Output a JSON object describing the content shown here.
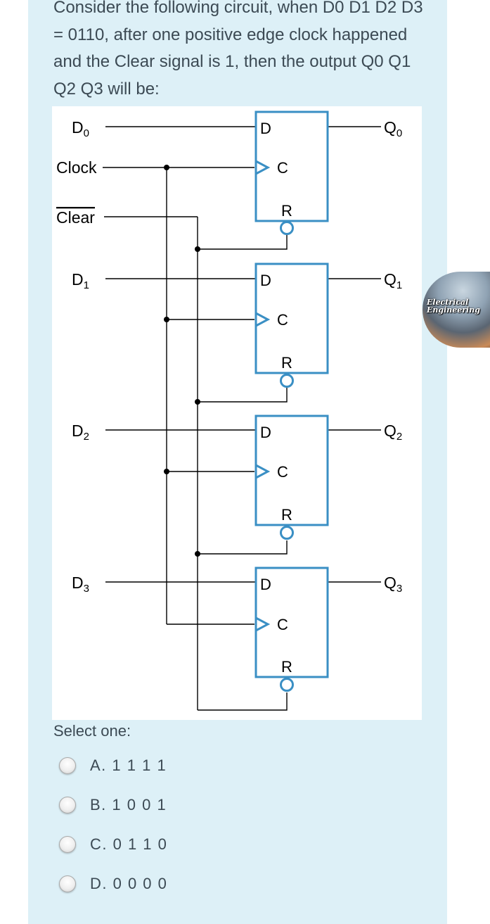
{
  "question": {
    "text": "Consider the following circuit, when D0 D1 D2 D3 = 0110, after one positive edge clock happened and the Clear signal is 1, then the output Q0 Q1 Q2 Q3 will be:"
  },
  "circuit": {
    "inputs": {
      "d0": "D",
      "d0_sub": "0",
      "d1": "D",
      "d1_sub": "1",
      "d2": "D",
      "d2_sub": "2",
      "d3": "D",
      "d3_sub": "3",
      "clock": "Clock",
      "clear": "Clear"
    },
    "outputs": {
      "q0": "Q",
      "q0_sub": "0",
      "q1": "Q",
      "q1_sub": "1",
      "q2": "Q",
      "q2_sub": "2",
      "q3": "Q",
      "q3_sub": "3"
    },
    "ff_pins": {
      "d": "D",
      "c": "C",
      "r": "R"
    }
  },
  "answer": {
    "prompt": "Select one:",
    "options": [
      {
        "label": "A. 1 1 1 1"
      },
      {
        "label": "B. 1 0 0 1"
      },
      {
        "label": "C. 0 1 1 0"
      },
      {
        "label": "D. 0 0 0 0"
      }
    ]
  },
  "watermark": {
    "line1": "Electrical",
    "line2": "Engineering"
  }
}
